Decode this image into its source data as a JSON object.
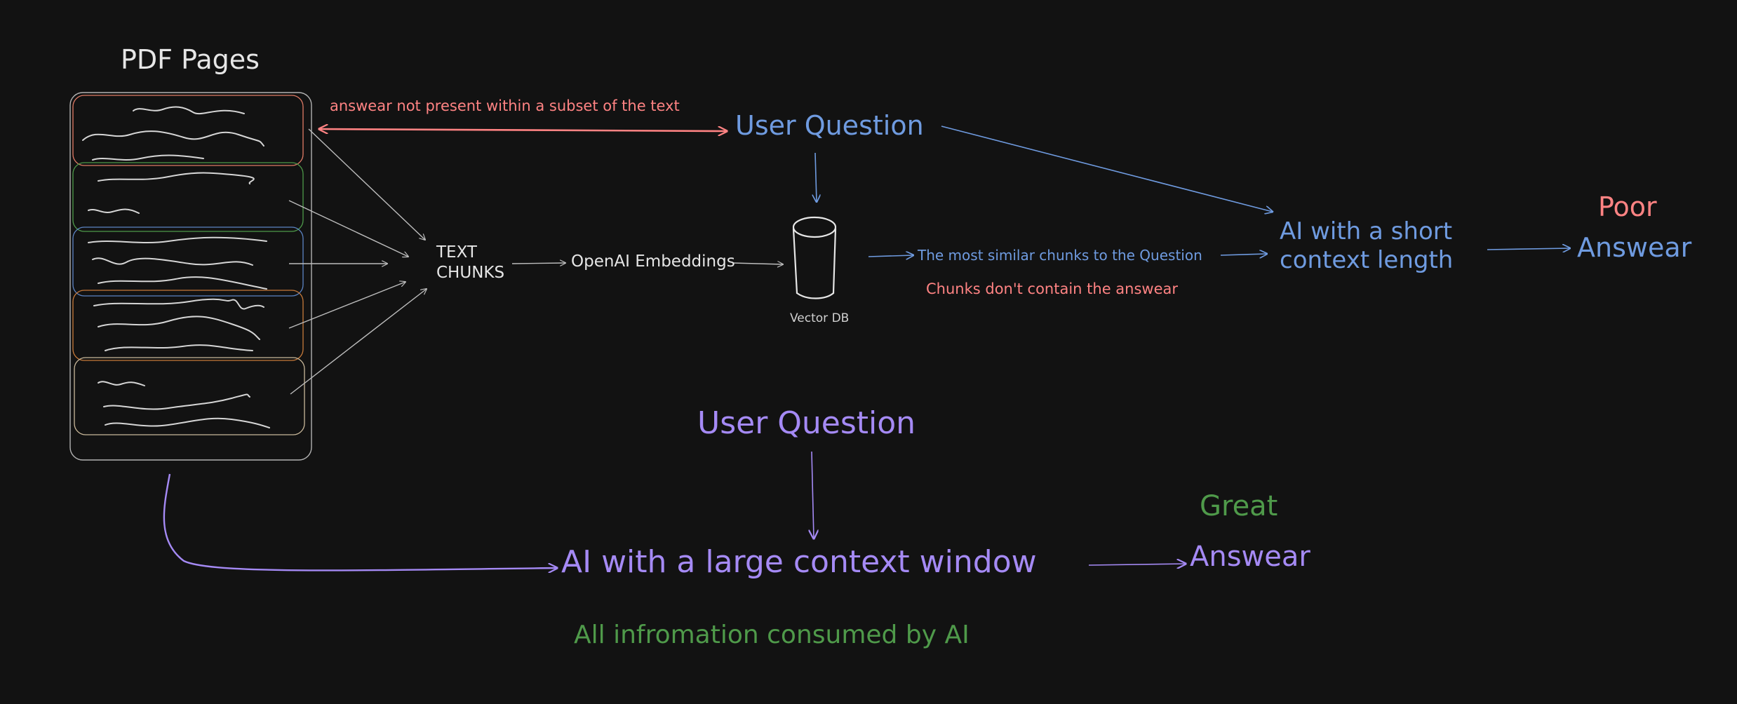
{
  "colors": {
    "background": "#121212",
    "white": "#e6e6e6",
    "gray": "#bdbdbd",
    "red": "#ff8383",
    "blue": "#6f9be0",
    "purple": "#a58af5",
    "green": "#4f9a4a",
    "orange": "#c77a3a"
  },
  "pdf": {
    "title": "PDF Pages"
  },
  "top_flow": {
    "answer_note": "answear not present within a subset of the text",
    "user_question": "User Question",
    "text_chunks_line1": "TEXT",
    "text_chunks_line2": "CHUNKS",
    "embeddings": "OpenAI Embeddings",
    "vector_db": "Vector DB",
    "similar_chunks": "The most similar chunks to the Question",
    "chunks_note": "Chunks don't contain the answear",
    "ai_short_line1": "AI with a short",
    "ai_short_line2": "context length",
    "result_quality": "Poor",
    "result_answer": "Answear"
  },
  "bottom_flow": {
    "user_question": "User Question",
    "ai_large": "AI with a large context window",
    "result_quality": "Great",
    "result_answer": "Answear",
    "consumed_note": "All infromation consumed by AI"
  }
}
